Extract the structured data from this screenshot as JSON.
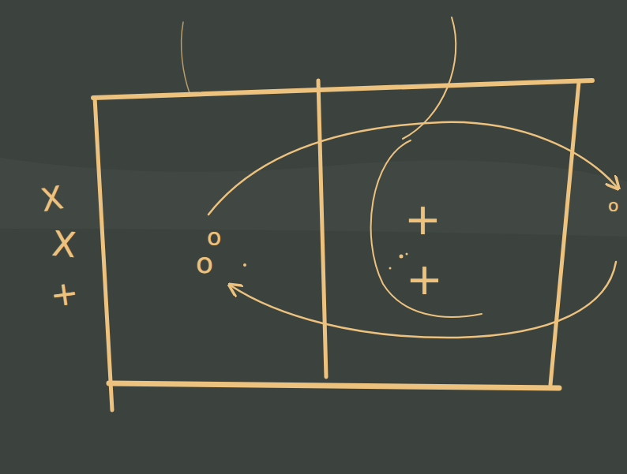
{
  "diagram": {
    "labels": [
      "X",
      "X",
      "+",
      "+",
      "+",
      "o",
      "o",
      "o"
    ]
  }
}
